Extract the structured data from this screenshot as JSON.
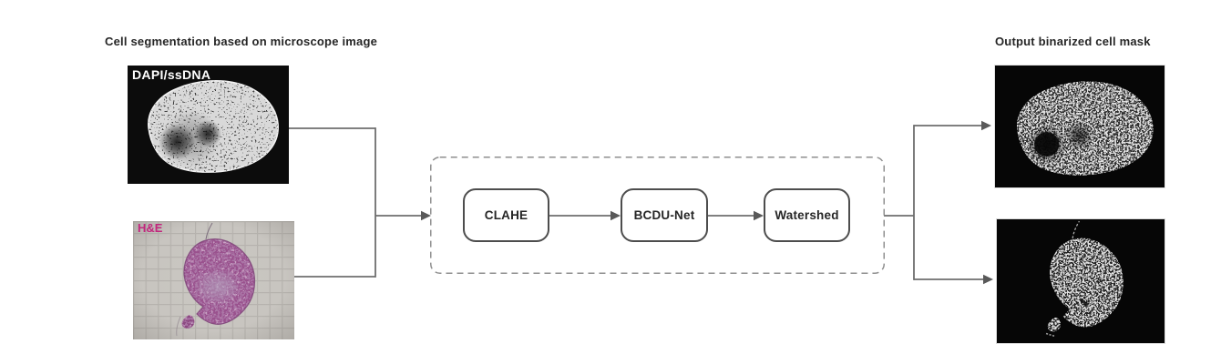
{
  "input": {
    "title": "Cell segmentation based on microscope image",
    "images": [
      {
        "name": "dapi-microscope-image",
        "label": "DAPI/ssDNA",
        "label_color": "#ffffff"
      },
      {
        "name": "he-microscope-image",
        "label": "H&E",
        "label_color": "#c2267d"
      }
    ]
  },
  "pipeline": {
    "steps": [
      {
        "label": "CLAHE"
      },
      {
        "label": "BCDU-Net"
      },
      {
        "label": "Watershed"
      }
    ]
  },
  "output": {
    "title": "Output binarized cell mask",
    "images": [
      {
        "name": "binarized-mask-dapi"
      },
      {
        "name": "binarized-mask-he"
      }
    ]
  },
  "colors": {
    "connector_line": "#6e6e6e",
    "arrowhead": "#595959",
    "step_border": "#4d4d4d",
    "dashed_border": "#8f8f8f",
    "title_text": "#262626",
    "he_label": "#c2267d",
    "dapi_label": "#ffffff"
  }
}
